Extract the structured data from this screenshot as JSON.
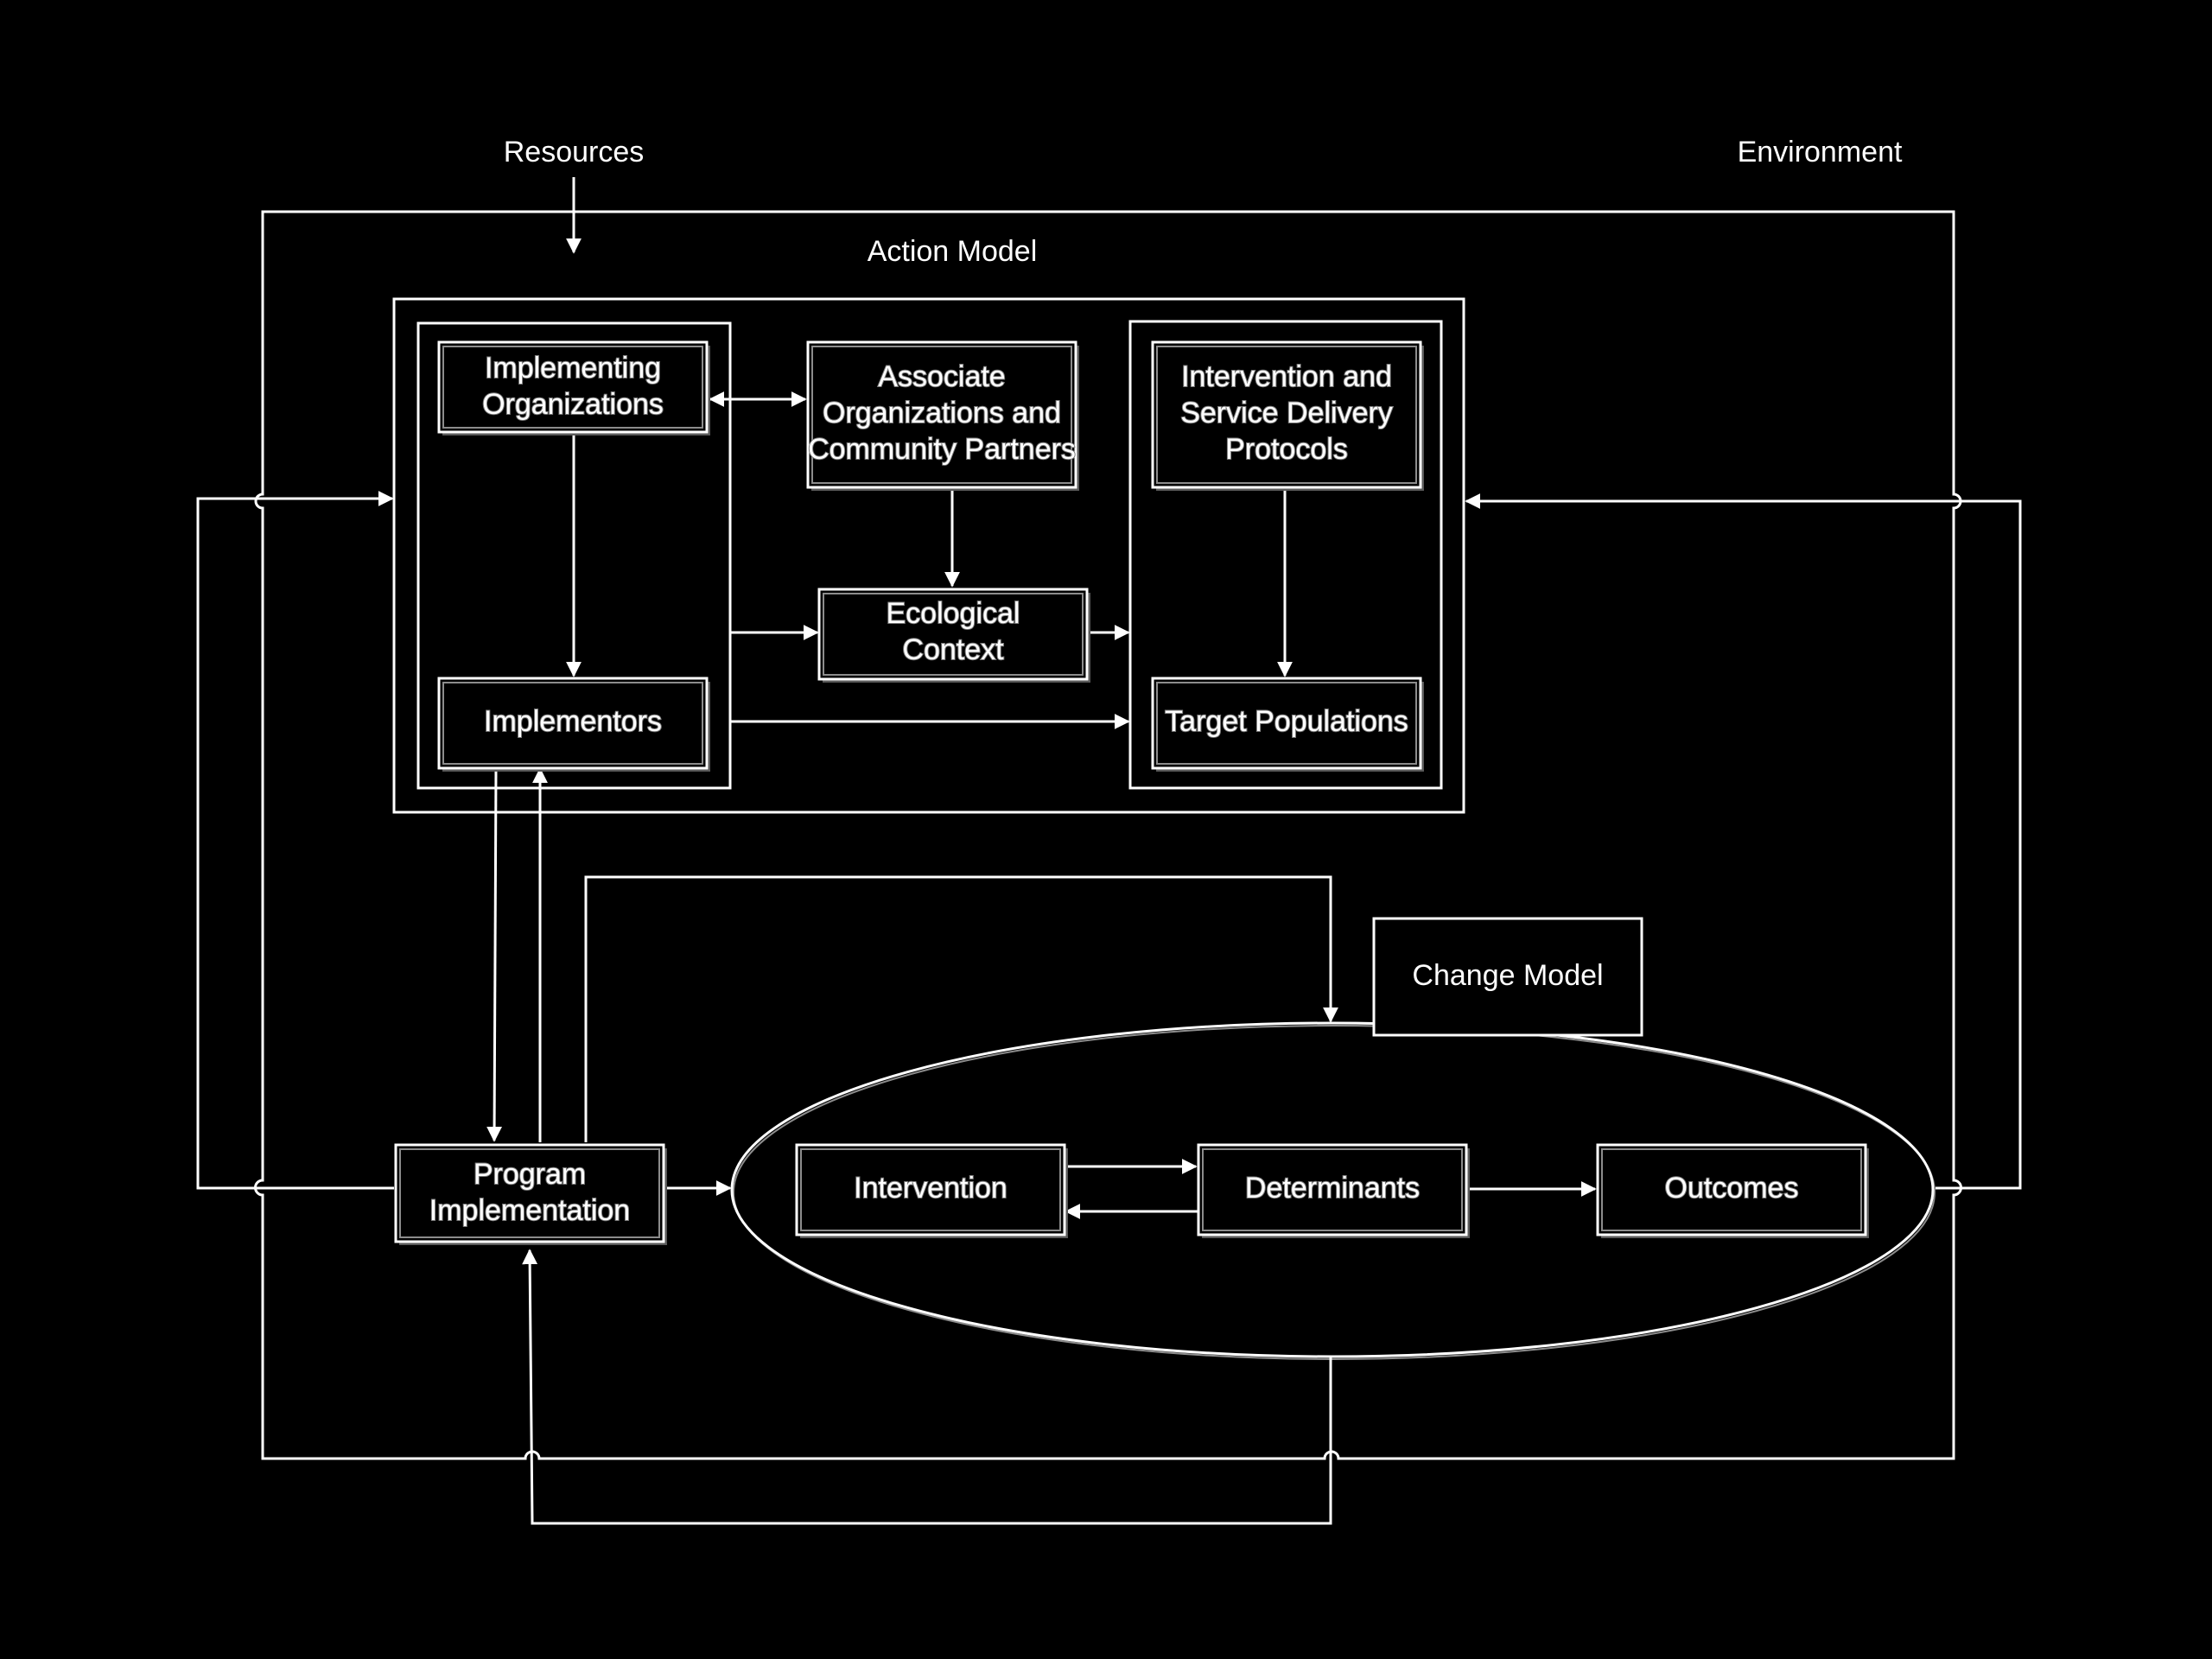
{
  "labels": {
    "resources": "Resources",
    "environment": "Environment",
    "action_model": "Action Model",
    "change_model": "Change Model"
  },
  "nodes": {
    "implementing_organizations": [
      "Implementing",
      "Organizations"
    ],
    "associate_organizations": [
      "Associate",
      "Organizations and",
      "Community Partners"
    ],
    "intervention_protocols": [
      "Intervention and",
      "Service Delivery",
      "Protocols"
    ],
    "ecological_context": [
      "Ecological",
      "Context"
    ],
    "implementors": [
      "Implementors"
    ],
    "target_populations": [
      "Target Populations"
    ],
    "program_implementation": [
      "Program",
      "Implementation"
    ],
    "intervention": [
      "Intervention"
    ],
    "determinants": [
      "Determinants"
    ],
    "outcomes": [
      "Outcomes"
    ]
  },
  "colors": {
    "background": "#000000",
    "foreground": "#ffffff"
  }
}
